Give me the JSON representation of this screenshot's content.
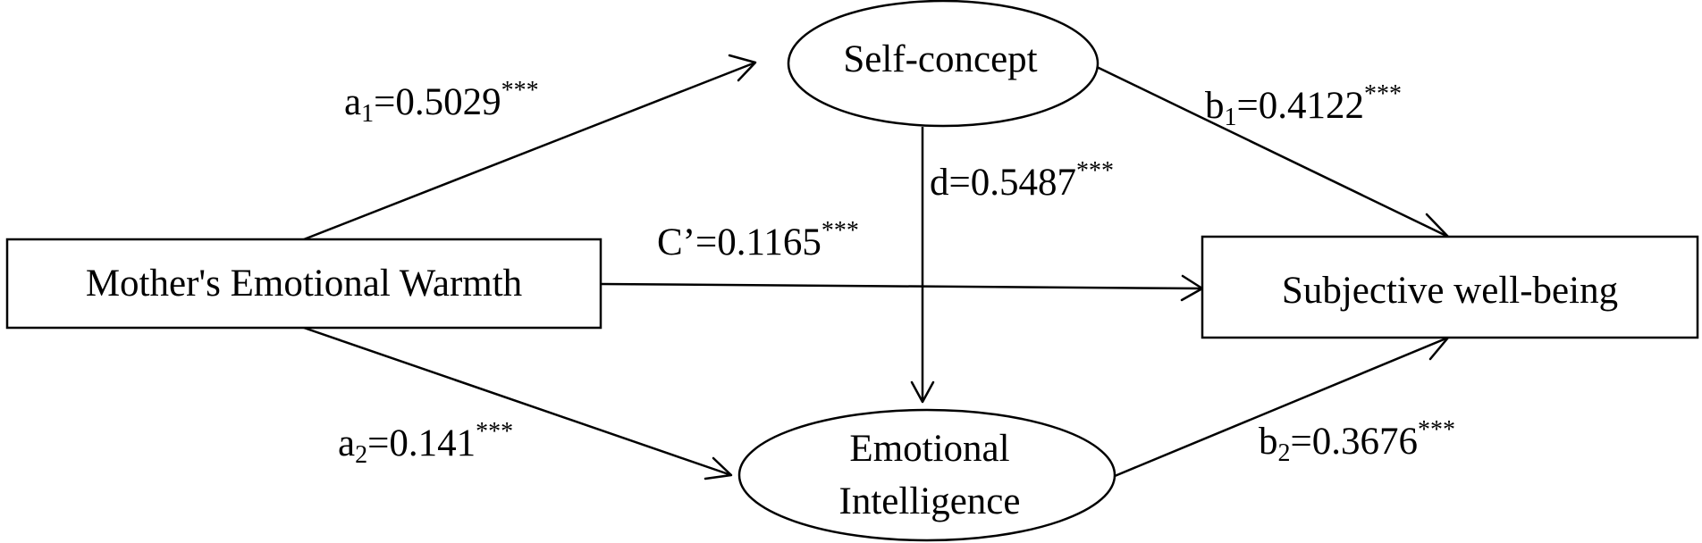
{
  "nodes": {
    "mother": {
      "label": "Mother's Emotional Warmth"
    },
    "self_concept": {
      "label": "Self-concept"
    },
    "emotional_intelligence": {
      "line1": "Emotional",
      "line2": "Intelligence"
    },
    "wellbeing": {
      "label": "Subjective well-being"
    }
  },
  "paths": {
    "a1": {
      "letter": "a",
      "sub": "1",
      "value": "=0.5029",
      "sig": "***"
    },
    "a2": {
      "letter": "a",
      "sub": "2",
      "value": "=0.141",
      "sig": "***"
    },
    "b1": {
      "letter": "b",
      "sub": "1",
      "value": "=0.4122",
      "sig": "***"
    },
    "b2": {
      "letter": "b",
      "sub": "2",
      "value": "=0.3676",
      "sig": "***"
    },
    "d": {
      "text": "d=0.5487",
      "sig": "***"
    },
    "c_prime": {
      "text": "C’=0.1165",
      "sig": "***"
    }
  }
}
